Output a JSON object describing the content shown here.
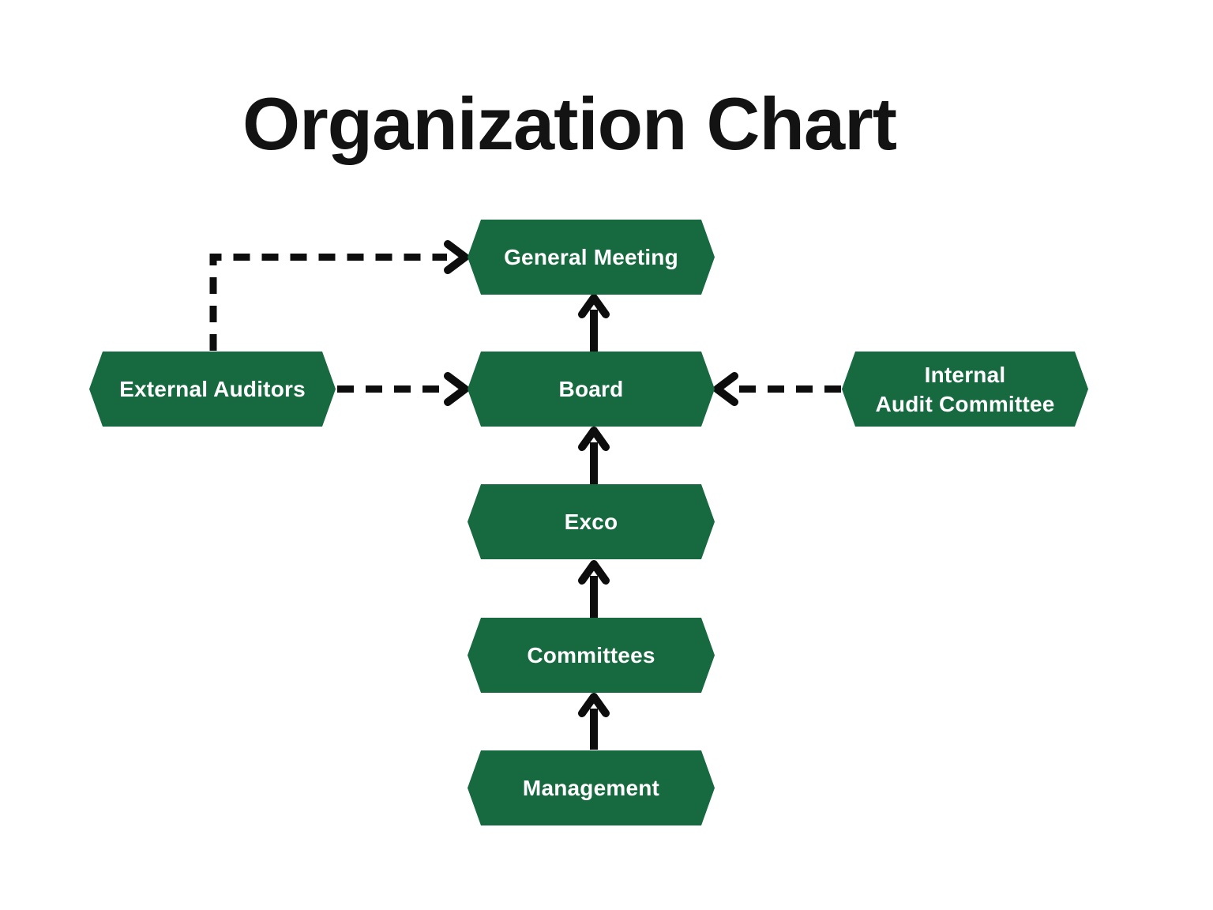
{
  "title": "Organization Chart",
  "colors": {
    "node_fill": "#176A40",
    "node_text": "#FFFFFF",
    "connector_black": "#0D0D0D",
    "background": "#FFFFFF"
  },
  "nodes": {
    "general_meeting": {
      "label": "General Meeting"
    },
    "board": {
      "label": "Board"
    },
    "exco": {
      "label": "Exco"
    },
    "committees": {
      "label": "Committees"
    },
    "management": {
      "label": "Management"
    },
    "external_auditors": {
      "label": "External Auditors"
    },
    "internal_audit_committee": {
      "line1": "Internal",
      "line2": "Audit Committee"
    }
  },
  "edges": [
    {
      "from": "Management",
      "to": "Committees",
      "style": "solid",
      "direction": "up"
    },
    {
      "from": "Committees",
      "to": "Exco",
      "style": "solid",
      "direction": "up"
    },
    {
      "from": "Exco",
      "to": "Board",
      "style": "solid",
      "direction": "up"
    },
    {
      "from": "Board",
      "to": "General Meeting",
      "style": "solid",
      "direction": "up"
    },
    {
      "from": "External Auditors",
      "to": "Board",
      "style": "dashed",
      "direction": "right"
    },
    {
      "from": "External Auditors",
      "to": "General Meeting",
      "style": "dashed-elbow",
      "direction": "up-right"
    },
    {
      "from": "Internal Audit Committee",
      "to": "Board",
      "style": "dashed",
      "direction": "left"
    }
  ]
}
